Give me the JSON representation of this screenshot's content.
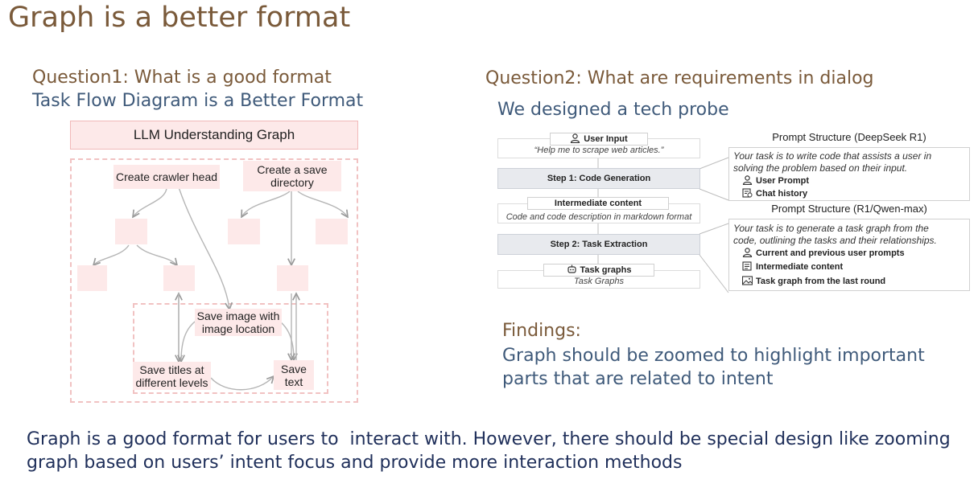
{
  "title": "Graph is a better format",
  "question1": {
    "heading": "Question1: What is a good format",
    "subheading": "Task Flow Diagram is a Better Format"
  },
  "question2": {
    "heading": "Question2: What are requirements in dialog",
    "subheading": "We designed a tech probe"
  },
  "left_diagram": {
    "header": "LLM Understanding Graph",
    "nodes": {
      "crawler_head": "Create crawler head",
      "save_dir_1": "Create a save",
      "save_dir_2": "directory",
      "save_image_1": "Save image with",
      "save_image_2": "image location",
      "save_titles_1": "Save titles at",
      "save_titles_2": "different levels",
      "save_text_1": "Save",
      "save_text_2": "text"
    }
  },
  "right_diagram": {
    "user_input_label": "User Input",
    "user_input_quote": "“Help me to scrape web articles.”",
    "step1": "Step 1: Code Generation",
    "intermediate_label": "Intermediate content",
    "intermediate_desc": "Code and code description in markdown format",
    "step2": "Step 2: Task Extraction",
    "task_graphs_label": "Task graphs",
    "task_graphs_desc": "Task Graphs",
    "prompt1": {
      "title": "Prompt Structure (DeepSeek R1)",
      "line1": "Your task is to write code that assists a user in",
      "line2": "solving the problem based on their input.",
      "item1": "User Prompt",
      "item2": "Chat history"
    },
    "prompt2": {
      "title": "Prompt Structure (R1/Qwen-max)",
      "line1": "Your task is to generate a task graph from the",
      "line2": "code, outlining the tasks and their relationships.",
      "item1": "Current and previous user prompts",
      "item2": "Intermediate content",
      "item3": "Task graph from the last round"
    }
  },
  "findings": {
    "heading": "Findings:",
    "line1": "Graph should be zoomed to highlight important",
    "line2": "parts that are related to intent"
  },
  "conclusion": {
    "line1": "Graph is a good format for users to  interact with. However, there should be special design like zooming",
    "line2": "graph based on users’ intent focus and provide more interaction methods"
  }
}
